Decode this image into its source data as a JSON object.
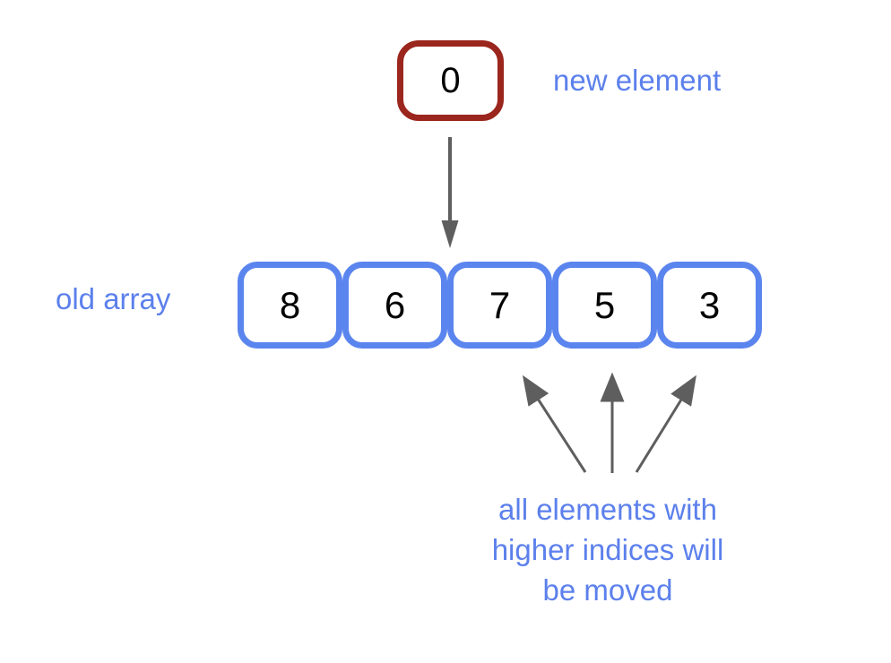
{
  "labels": {
    "new_element": "new element",
    "old_array": "old array"
  },
  "new_element": {
    "value": "0"
  },
  "old_array": {
    "values": [
      "8",
      "6",
      "7",
      "5",
      "3"
    ]
  },
  "annotation": {
    "text": "all elements with higher indices will be moved",
    "lines": [
      "all elements with",
      "higher indices will",
      "be moved"
    ]
  },
  "colors": {
    "background": "#ffffff",
    "new_element_border": "#9b261e",
    "array_cell_border": "#5b85ee",
    "label_text": "#5c80ec",
    "arrow": "#5e5e5e",
    "cell_text": "#000000"
  }
}
